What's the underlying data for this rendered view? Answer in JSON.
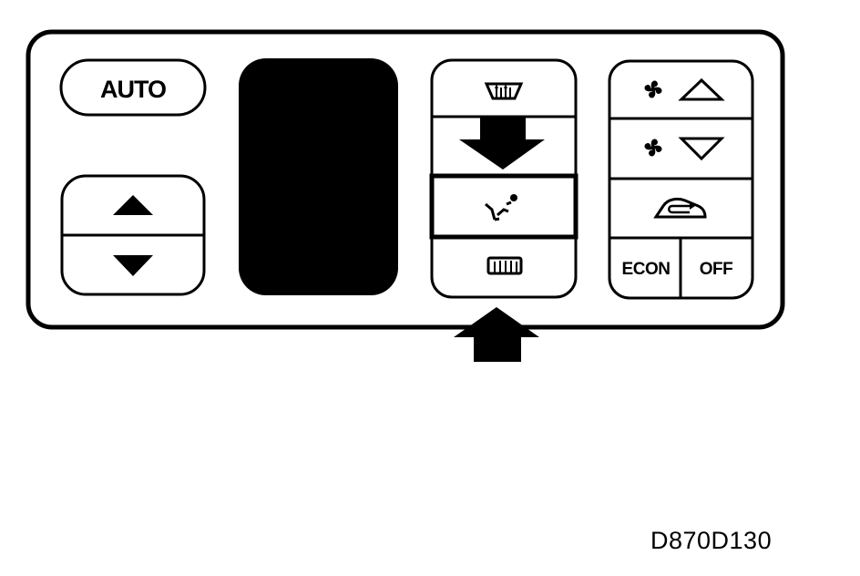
{
  "panel": {
    "auto_button": {
      "label": "AUTO",
      "icon": "indicator-dot-icon"
    },
    "temperature": {
      "up_icon": "triangle-up-icon",
      "down_icon": "triangle-down-icon"
    },
    "display": {
      "state": "blank"
    },
    "mode_column": {
      "defrost_icon": "windshield-defrost-icon",
      "vent_mode_icon": "foot-face-vent-icon",
      "rear_defrost_icon": "rear-window-defrost-icon"
    },
    "fan_column": {
      "fan_up_icons": [
        "fan-icon",
        "triangle-up-outline-icon"
      ],
      "fan_down_icons": [
        "fan-icon",
        "triangle-down-outline-icon"
      ],
      "recirc_icon": "car-recirculation-icon",
      "econ_label": "ECON",
      "off_label": "OFF"
    }
  },
  "callouts": {
    "down_arrow_target": "vent-mode-button",
    "up_arrow_target": "mode-column"
  },
  "figure_code": "D870D130",
  "colors": {
    "ink": "#000000",
    "background": "#ffffff"
  }
}
